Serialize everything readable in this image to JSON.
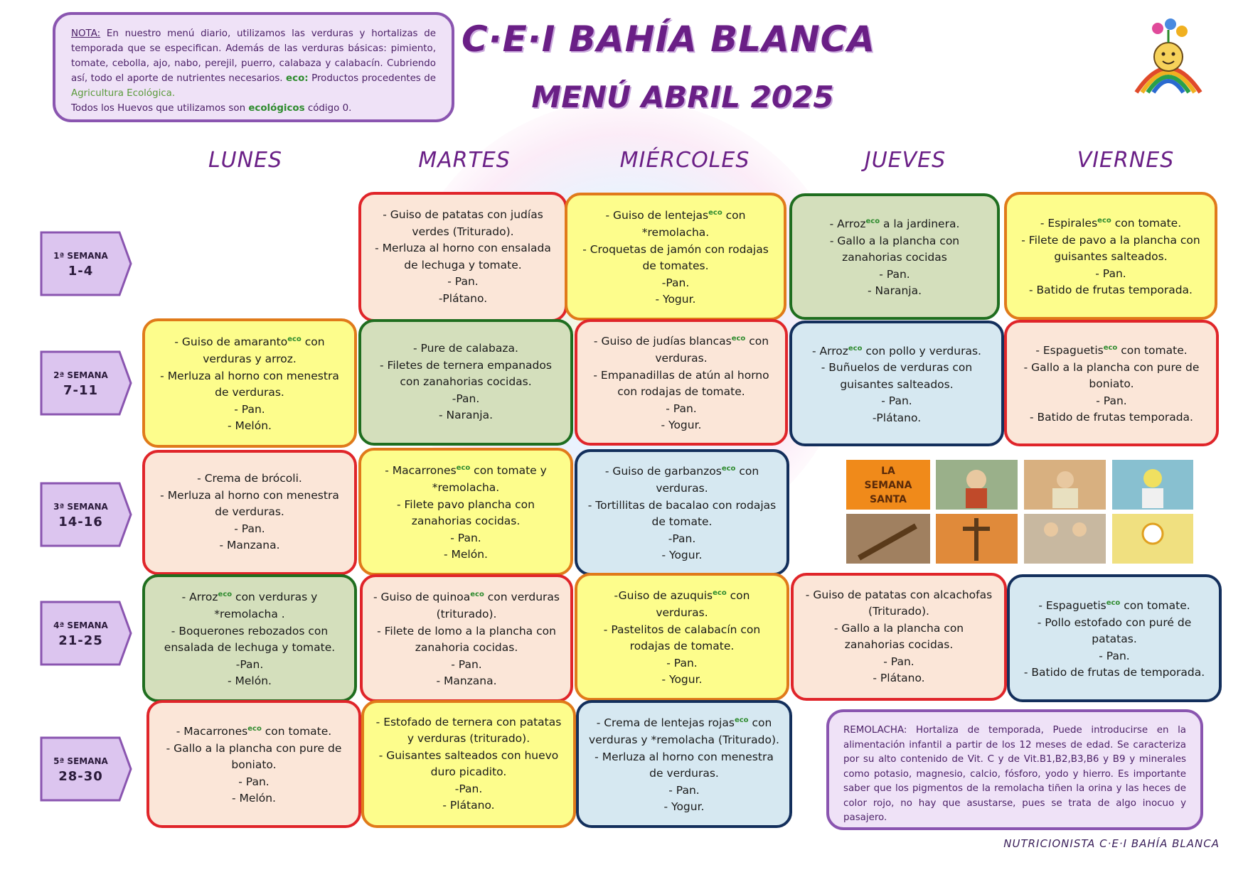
{
  "note": {
    "label": "NOTA:",
    "text1": " En nuestro menú diario, utilizamos las verduras y hortalizas de temporada que se especifican. Además de las verduras básicas: pimiento, tomate, cebolla, ajo, nabo, perejil, puerro, calabaza y calabacín. Cubriendo así, todo el aporte de nutrientes necesarios. ",
    "eco": "eco:",
    "text2": " Productos procedentes de ",
    "agri": "Agricultura Ecológica.",
    "line2a": "Todos los Huevos que utilizamos son ",
    "line2b": "ecológicos",
    "line2c": " código 0."
  },
  "title": "C·E·I BAHÍA BLANCA",
  "subtitle": "MENÚ ABRIL 2025",
  "days": [
    "LUNES",
    "MARTES",
    "MIÉRCOLES",
    "JUEVES",
    "VIERNES"
  ],
  "weeks": [
    {
      "label": "1ª SEMANA",
      "dates": "1-4"
    },
    {
      "label": "2ª SEMANA",
      "dates": "7-11"
    },
    {
      "label": "3ª SEMANA",
      "dates": "14-16"
    },
    {
      "label": "4ª SEMANA",
      "dates": "21-25"
    },
    {
      "label": "5ª SEMANA",
      "dates": "28-30"
    }
  ],
  "eco_mark": "eco",
  "menu": {
    "w1": {
      "martes": [
        "- Guiso de patatas con judías verdes (Triturado).",
        "- Merluza al horno con ensalada de lechuga y tomate.",
        "- Pan.",
        "-Plátano."
      ],
      "miercoles": {
        "a": "- Guiso de lentejas",
        "b": " con *remolacha.",
        "rest": [
          "- Croquetas de jamón con rodajas de tomates.",
          "-Pan.",
          "- Yogur."
        ]
      },
      "jueves": {
        "a": "- Arroz",
        "b": " a la jardinera.",
        "rest": [
          "- Gallo a la plancha con zanahorias cocidas",
          "- Pan.",
          "- Naranja."
        ]
      },
      "viernes": {
        "a": "- Espirales",
        "b": " con tomate.",
        "rest": [
          "- Filete de pavo a la plancha con guisantes salteados.",
          "- Pan.",
          "- Batido de frutas temporada."
        ]
      }
    },
    "w2": {
      "lunes": {
        "a": "- Guiso de amaranto",
        "b": " con verduras y arroz.",
        "rest": [
          "- Merluza al horno con menestra de verduras.",
          "- Pan.",
          "- Melón."
        ]
      },
      "martes": [
        "- Pure de calabaza.",
        "- Filetes de ternera empanados con zanahorias cocidas.",
        "-Pan.",
        "- Naranja."
      ],
      "miercoles": {
        "a": "- Guiso de judías blancas",
        "b": " con verduras.",
        "rest": [
          "- Empanadillas de atún al horno con rodajas de tomate.",
          "- Pan.",
          "- Yogur."
        ]
      },
      "jueves": {
        "a": "- Arroz",
        "b": " con pollo y verduras.",
        "rest": [
          "- Buñuelos de verduras con guisantes salteados.",
          "- Pan.",
          "-Plátano."
        ]
      },
      "viernes": {
        "a": "- Espaguetis",
        "b": " con tomate.",
        "rest": [
          "- Gallo a la plancha con pure de boniato.",
          "- Pan.",
          "- Batido de frutas temporada."
        ]
      }
    },
    "w3": {
      "lunes": [
        "- Crema de brócoli.",
        "- Merluza al horno con menestra de verduras.",
        "- Pan.",
        "- Manzana."
      ],
      "martes": {
        "a": "- Macarrones",
        "b": " con tomate y *remolacha.",
        "rest": [
          "- Filete pavo plancha con zanahorias cocidas.",
          "- Pan.",
          "- Melón."
        ]
      },
      "miercoles": {
        "a": "- Guiso de garbanzos",
        "b": " con verduras.",
        "rest": [
          "- Tortillitas de bacalao con rodajas de tomate.",
          "-Pan.",
          "- Yogur."
        ]
      }
    },
    "w4": {
      "lunes": {
        "a": "- Arroz",
        "b": " con verduras y *remolacha .",
        "rest": [
          "- Boquerones rebozados con ensalada de lechuga y tomate.",
          "-Pan.",
          "- Melón."
        ]
      },
      "martes": {
        "a": "- Guiso de quinoa",
        "b": " con verduras (triturado).",
        "rest": [
          "- Filete de lomo a la plancha con zanahoria cocidas.",
          "- Pan.",
          "- Manzana."
        ]
      },
      "miercoles": {
        "a": "-Guiso de azuquis",
        "b": " con verduras.",
        "rest": [
          "- Pastelitos de calabacín con rodajas de tomate.",
          "- Pan.",
          "- Yogur."
        ]
      },
      "jueves": [
        "- Guiso de patatas con alcachofas (Triturado).",
        "- Gallo a la plancha con zanahorias cocidas.",
        "- Pan.",
        "- Plátano."
      ],
      "viernes": {
        "a": "- Espaguetis",
        "b": " con tomate.",
        "rest": [
          "- Pollo estofado con puré de patatas.",
          "- Pan.",
          "- Batido de frutas de temporada."
        ]
      }
    },
    "w5": {
      "lunes": {
        "a": "- Macarrones",
        "b": " con tomate.",
        "rest": [
          "- Gallo a la plancha con pure de boniato.",
          "- Pan.",
          "- Melón."
        ]
      },
      "martes": [
        "- Estofado de ternera con patatas y verduras (triturado).",
        "- Guisantes salteados con huevo duro picadito.",
        "-Pan.",
        "- Plátano."
      ],
      "miercoles": {
        "a": "- Crema de lentejas rojas",
        "b": " con verduras y *remolacha (Triturado).",
        "rest": [
          "- Merluza al horno con menestra de verduras.",
          "- Pan.",
          "- Yogur."
        ]
      }
    }
  },
  "easter": {
    "title_line1": "LA",
    "title_line2": "SEMANA",
    "title_line3": "SANTA"
  },
  "remolacha": "REMOLACHA: Hortaliza de temporada, Puede introducirse en la alimentación infantil a partir de los 12 meses de edad. Se caracteriza por su alto contenido de Vit. C y de Vit.B1,B2,B3,B6 y B9 y minerales como potasio, magnesio, calcio, fósforo, yodo y hierro. Es importante saber que los pigmentos de la remolacha tiñen la orina y las heces de color rojo, no hay que asustarse, pues se trata de algo inocuo y pasajero.",
  "footer": "NUTRICIONISTA C·E·I BAHÍA BLANCA",
  "colors": {
    "purple": "#6a1f86",
    "eco_green": "#2e8b2e",
    "red": "#e0252a",
    "orange": "#e07a1a",
    "green": "#1f6e1f",
    "navy": "#132f5c"
  }
}
